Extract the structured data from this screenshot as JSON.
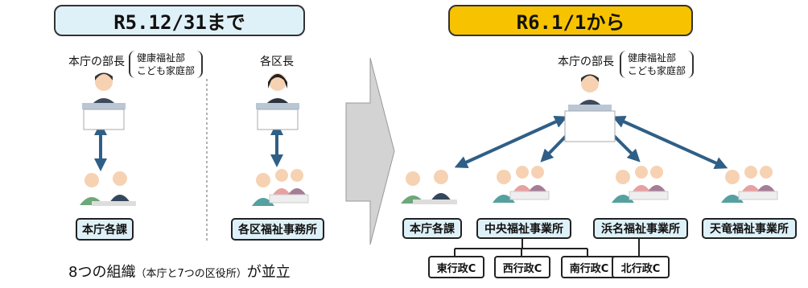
{
  "left": {
    "header": "R5.12/31まで",
    "honcho_title": "本庁の部長",
    "honcho_depts": [
      "健康福祉部",
      "こども家庭部"
    ],
    "ward_title": "各区長",
    "honcho_section_label": "本庁各課",
    "ward_office_label": "各区福祉事務所",
    "footer_main_a": "8つの組織",
    "footer_paren": "（本庁と7つの区役所）",
    "footer_main_b": "が並立"
  },
  "right": {
    "header": "R6.1/1から",
    "honcho_title": "本庁の部長",
    "honcho_depts": [
      "健康福祉部",
      "こども家庭部"
    ],
    "offices": [
      "本庁各課",
      "中央福祉事業所",
      "浜名福祉事業所",
      "天竜福祉事業所"
    ],
    "chuo_units": [
      "東行政C",
      "西行政C",
      "南行政C"
    ],
    "hamana_units": [
      "北行政C"
    ]
  },
  "colors": {
    "left_header_bg": "#dff1f8",
    "right_header_bg": "#f7c300",
    "arrow": "#2f5f86",
    "big_arrow": "#d3d3d3",
    "label_bg": "#dff1f8"
  }
}
